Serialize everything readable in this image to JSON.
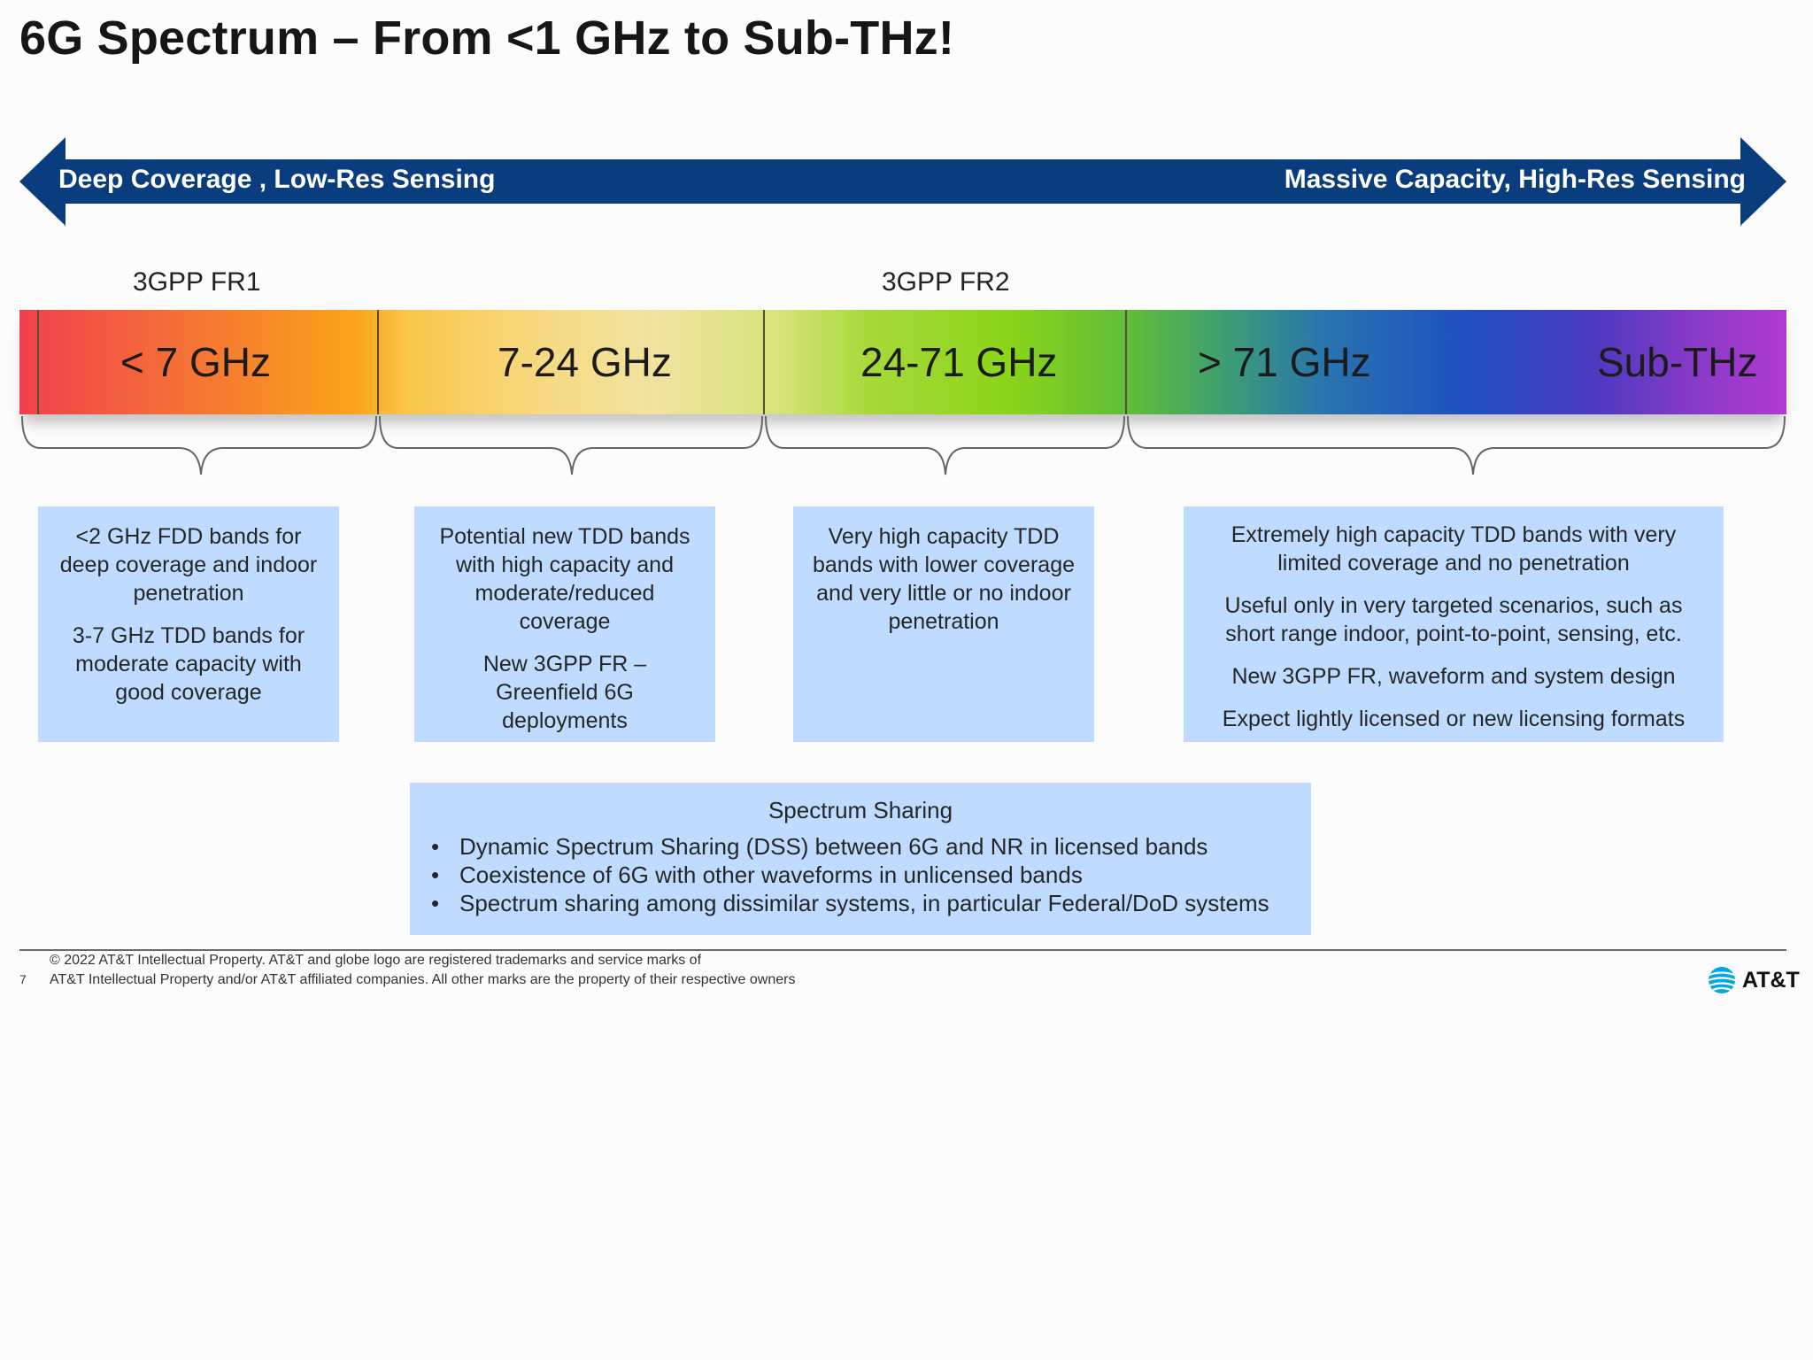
{
  "title": "6G Spectrum – From <1 GHz to Sub-THz!",
  "arrow": {
    "left_label": "Deep Coverage , Low-Res Sensing",
    "right_label": "Massive Capacity, High-Res Sensing",
    "color": "#0a3d7d"
  },
  "fr_labels": {
    "fr1": "3GPP FR1",
    "fr2": "3GPP FR2"
  },
  "bands": [
    {
      "label": "< 7 GHz"
    },
    {
      "label": "7-24 GHz"
    },
    {
      "label": "24-71 GHz"
    },
    {
      "label": "> 71 GHz"
    },
    {
      "label": "Sub-THz"
    }
  ],
  "boxes": [
    {
      "paragraphs": [
        "<2 GHz FDD bands for deep coverage and indoor penetration",
        "3-7 GHz TDD bands for moderate capacity with good coverage"
      ]
    },
    {
      "paragraphs": [
        "Potential new TDD bands with high capacity and moderate/reduced coverage",
        "New 3GPP FR – Greenfield 6G deployments"
      ]
    },
    {
      "paragraphs": [
        "Very high capacity TDD bands with lower coverage and very little or no indoor penetration"
      ]
    },
    {
      "paragraphs": [
        "Extremely high capacity TDD bands with very limited coverage and no penetration",
        "Useful only in very targeted scenarios, such as short range indoor, point-to-point, sensing, etc.",
        "New 3GPP FR, waveform and system design",
        "Expect lightly licensed or new licensing formats"
      ]
    }
  ],
  "spectrum_sharing": {
    "title": "Spectrum Sharing",
    "bullets": [
      "Dynamic Spectrum Sharing (DSS) between 6G and NR in licensed bands",
      "Coexistence of 6G with other waveforms in unlicensed bands",
      "Spectrum sharing among dissimilar systems, in particular Federal/DoD systems"
    ]
  },
  "footer": {
    "page_number": "7",
    "line1": "© 2022 AT&T Intellectual Property. AT&T and globe logo are registered trademarks and service marks of",
    "line2": "AT&T Intellectual Property and/or AT&T affiliated companies. All other marks are the property of their respective owners",
    "logo_text": "AT&T",
    "logo_icon": "att-globe-icon",
    "logo_color": "#00a8e0"
  },
  "colors": {
    "box_fill": "#bfdbff"
  }
}
